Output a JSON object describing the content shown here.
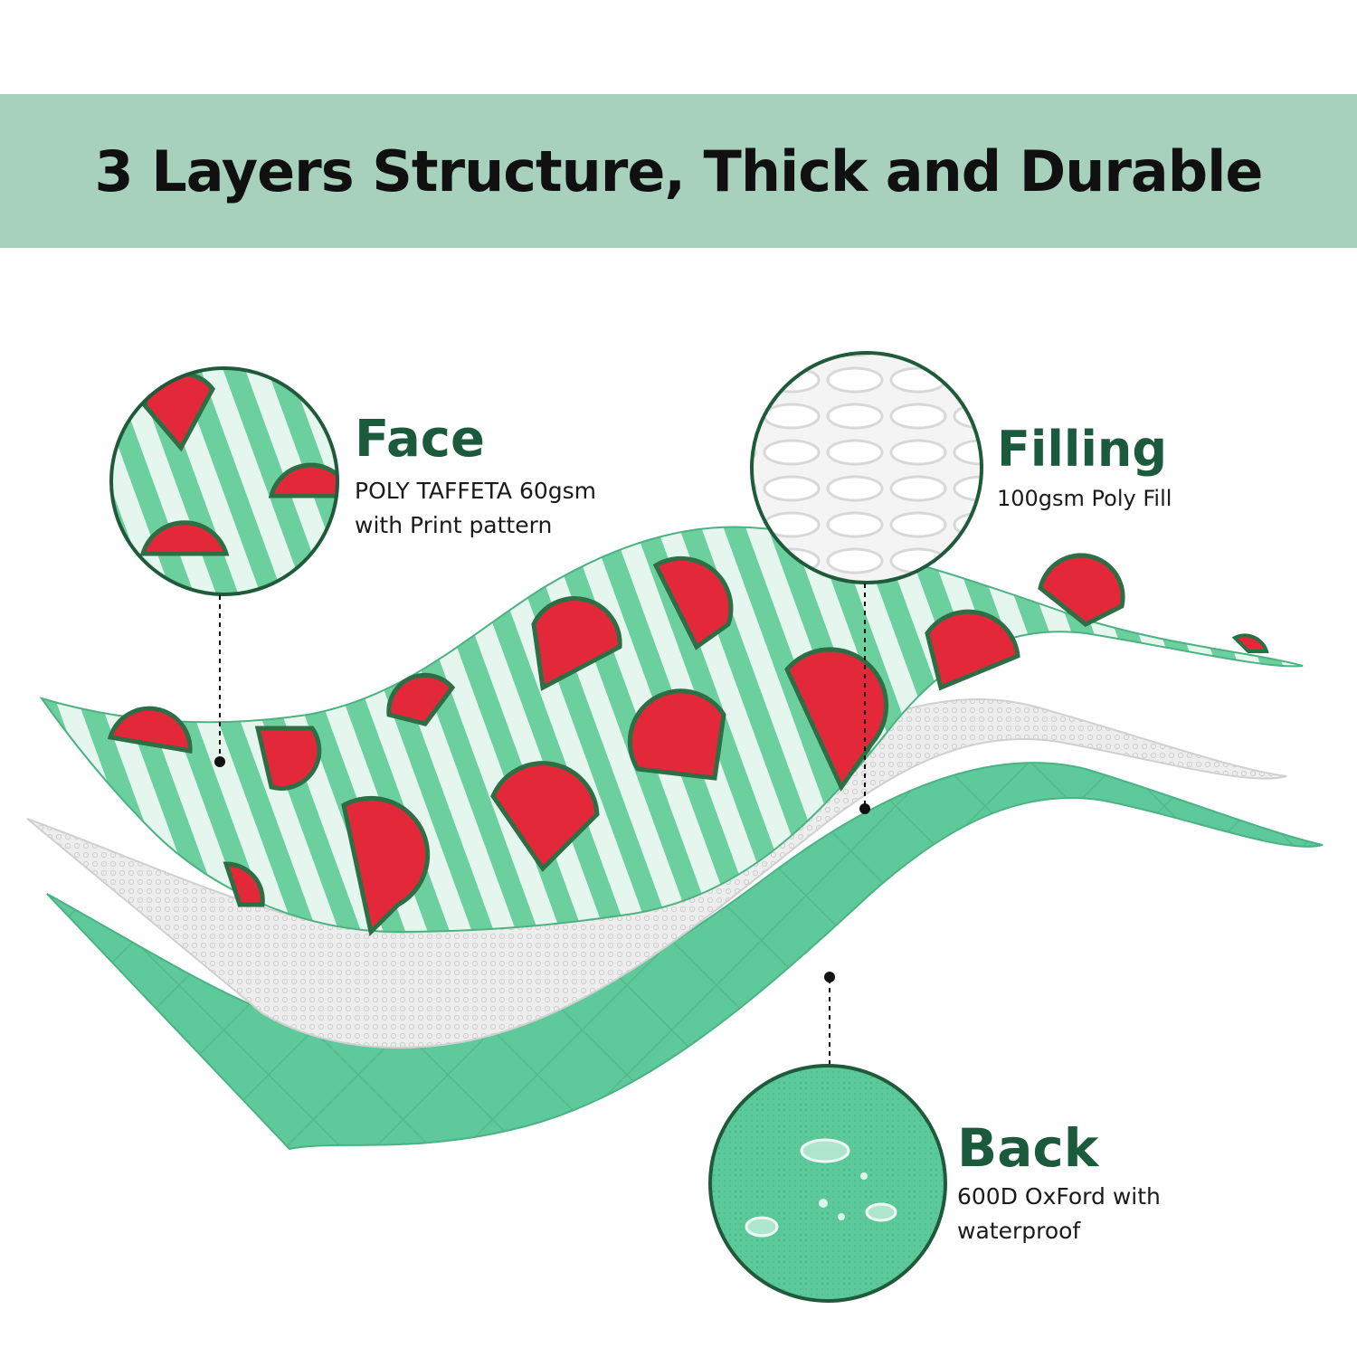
{
  "header": {
    "title": "3 Layers Structure, Thick and Durable"
  },
  "layers": {
    "face": {
      "title": "Face",
      "description": "POLY TAFFETA 60gsm\nwith Print pattern"
    },
    "filling": {
      "title": "Filling",
      "description": "100gsm Poly Fill"
    },
    "back": {
      "title": "Back",
      "description": "600D OxFord with\nwaterproof"
    }
  },
  "colors": {
    "banner": "#a8d1bd",
    "title_text": "#101010",
    "label_title": "#1c5a3e",
    "face_stripe": "#6ccf9e",
    "face_stripe_light": "#e4f6ee",
    "watermelon_flesh": "#e3283a",
    "watermelon_rind": "#2d6e45",
    "filling": "#ececec",
    "back": "#5cc99a"
  }
}
